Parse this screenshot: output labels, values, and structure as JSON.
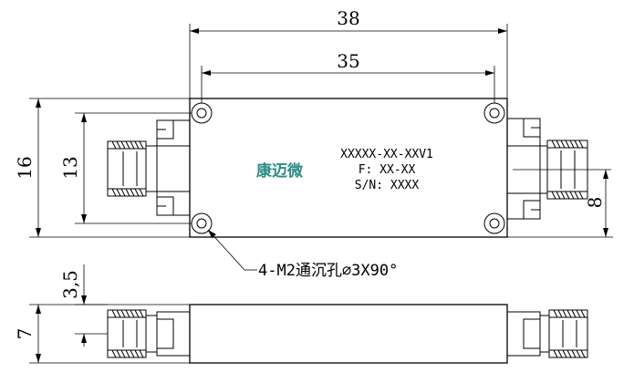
{
  "dimensions": {
    "overall_length": "38",
    "hole_spacing": "35",
    "overall_height": "16",
    "hole_vertical_spacing": "13",
    "connector_offset": "8",
    "side_half_thickness": "3,5",
    "side_thickness": "7"
  },
  "label": {
    "line1": "XXXXX-XX-XXV1",
    "line2": "F: XX-XX",
    "line3": "S/N: XXXX"
  },
  "logo": {
    "text": "康迈微",
    "color": "#2e8b87"
  },
  "hole_note": "4-M2通沉孔⌀3X90°",
  "colors": {
    "line": "#000000",
    "background": "#ffffff"
  }
}
